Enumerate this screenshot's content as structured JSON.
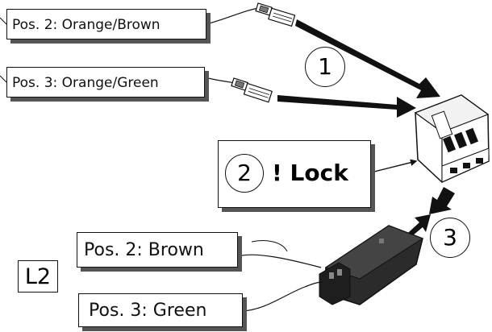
{
  "labels": {
    "pos2_top": "Pos. 2: Orange/Brown",
    "pos3_top": "Pos. 3: Orange/Green",
    "pos2_bottom": "Pos. 2: Brown",
    "pos3_bottom": "Pos. 3: Green",
    "lock_step": "2",
    "lock_text": "! Lock",
    "connector_id": "L2",
    "step1": "1",
    "step3": "3"
  },
  "colors": {
    "line": "#111111",
    "shadow": "#555555",
    "connector_dark": "#2b2b2b"
  }
}
